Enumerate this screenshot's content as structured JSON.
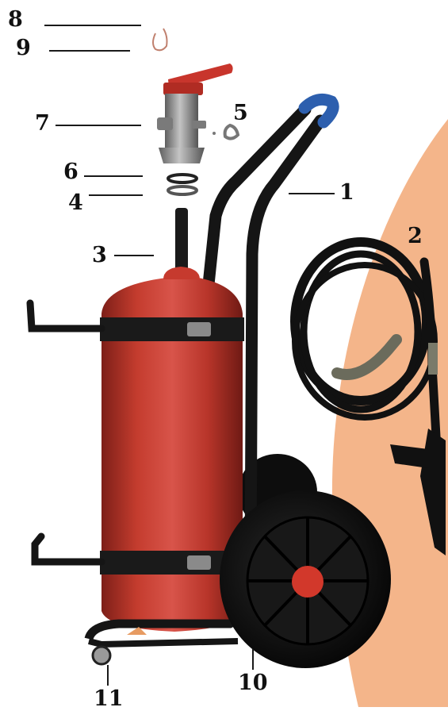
{
  "colors": {
    "background": "#ffffff",
    "peach": "#f4b58a",
    "cylinder": "#c23a2c",
    "cylinder_dark": "#8e231b",
    "frame": "#151515",
    "handle_grip": "#2d5fae",
    "valve_body": "#8e8e8e",
    "lever": "#c8352c",
    "hub": "#d2382b"
  },
  "labels": {
    "l1": "1",
    "l2": "2",
    "l3": "3",
    "l4": "4",
    "l5": "5",
    "l6": "6",
    "l7": "7",
    "l8": "8",
    "l9": "9",
    "l10": "10",
    "l11": "11"
  }
}
